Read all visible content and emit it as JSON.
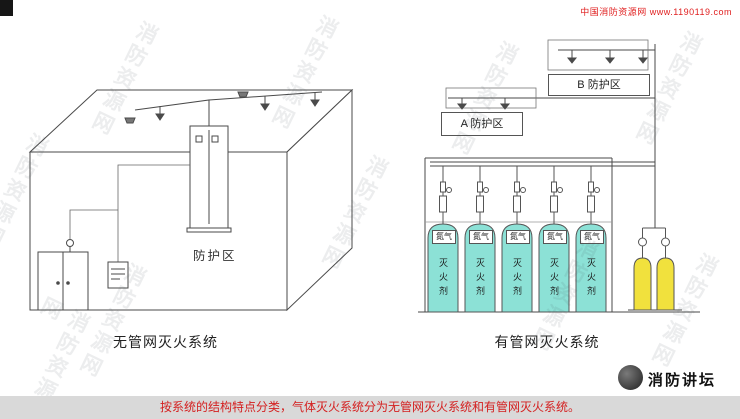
{
  "header": {
    "site_credit": "中国消防资源网 www.1190119.com"
  },
  "watermark": {
    "text": "消防资源网"
  },
  "left_diagram": {
    "zone_label": "防护区",
    "caption": "无管网灭火系统"
  },
  "right_diagram": {
    "caption": "有管网灭火系统",
    "zone_a": "A 防护区",
    "zone_b": "B 防护区",
    "nitrogen": "氮气",
    "agent": "灭火剂"
  },
  "footer": {
    "caption": "按系统的结构特点分类，气体灭火系统分为无管网灭火系统和有管网灭火系统。",
    "brand": "消防讲坛"
  },
  "colors": {
    "agent_cylinder": "#8ce1d6",
    "pilot_cylinder": "#f1e13d",
    "accent_red": "#d42020",
    "footer_bar": "#d9d9d9",
    "line": "#4a4a4a"
  }
}
